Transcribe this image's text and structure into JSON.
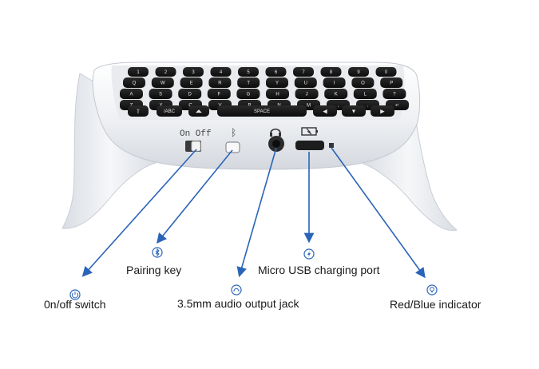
{
  "device": {
    "top_row_keys": [
      "1",
      "2",
      "3",
      "4",
      "5",
      "6",
      "7",
      "8",
      "9",
      "0"
    ],
    "q_row_keys": [
      "Q",
      "W",
      "E",
      "R",
      "T",
      "Y",
      "U",
      "I",
      "O",
      "P"
    ],
    "a_row_keys": [
      "A",
      "S",
      "D",
      "F",
      "G",
      "H",
      "J",
      "K",
      "L",
      "?"
    ],
    "z_row_keys": [
      "Z",
      "X",
      "C",
      "V",
      "B",
      "N",
      "M",
      ",",
      ".",
      "↵"
    ],
    "bottom_row": {
      "shift_key": "⇧",
      "abc_key": "/ABC",
      "lang_key": "◢◣",
      "space_key": "SPACE",
      "left_key": "◀",
      "down_key": "▼",
      "right_key": "▶"
    },
    "switch_label": "On Off",
    "bluetooth_symbol": "ᛒ",
    "audio_symbol": "🎧",
    "usb_symbol": "⌁"
  },
  "callouts": {
    "onoff": {
      "label": "0n/off switch",
      "icon": "power-icon"
    },
    "pairing": {
      "label": "Pairing key",
      "icon": "bluetooth-icon"
    },
    "audio": {
      "label": "3.5mm audio output jack",
      "icon": "headphone-icon"
    },
    "usb": {
      "label": "Micro USB charging port",
      "icon": "charging-icon"
    },
    "indicator": {
      "label": "Red/Blue indicator",
      "icon": "light-bulb-icon"
    }
  },
  "colors": {
    "callout_blue": "#2a64b8",
    "shell_white": "#f2f3f5",
    "shell_shadow": "#cdd1d8",
    "key_black": "#141414"
  }
}
